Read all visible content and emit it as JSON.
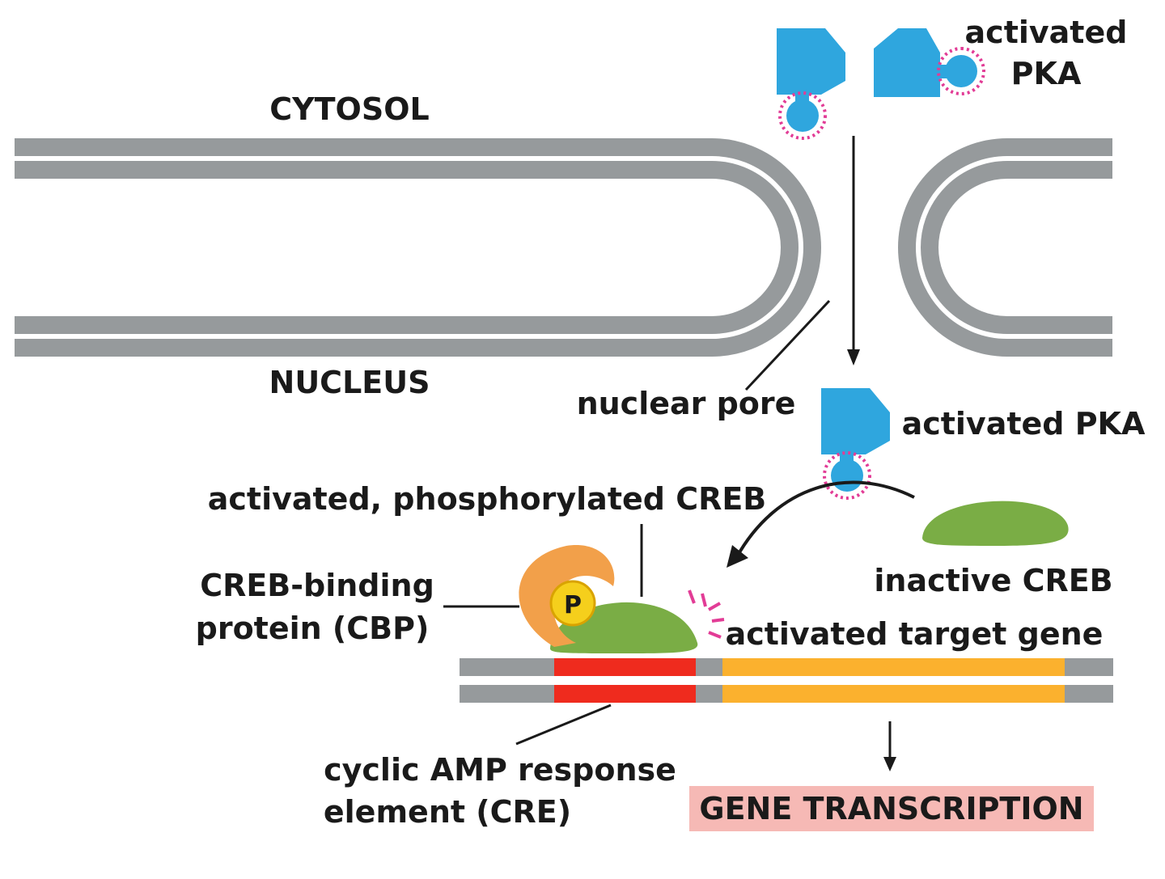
{
  "labels": {
    "cytosol": "CYTOSOL",
    "nucleus": "NUCLEUS",
    "activated_pka_top_line1": "activated",
    "activated_pka_top_line2": "PKA",
    "nuclear_pore": "nuclear pore",
    "activated_pka_lower": "activated PKA",
    "activated_phosphorylated_creb": "activated, phosphorylated CREB",
    "cbp_line1": "CREB-binding",
    "cbp_line2": "protein (CBP)",
    "inactive_creb": "inactive CREB",
    "activated_target_gene": "activated target gene",
    "cre_line1": "cyclic AMP response",
    "cre_line2": "element (CRE)",
    "phosphate": "P",
    "gene_transcription": "GENE TRANSCRIPTION"
  },
  "colors": {
    "membrane": "#969a9c",
    "pka": "#2fa6de",
    "pka_highlight": "#e23c96",
    "creb": "#7aad45",
    "cbp": "#f2a04a",
    "phosphate": "#f5cf1c",
    "cre": "#ef2b1e",
    "target_gene": "#fbb12e",
    "dna": "#969a9c",
    "transcription_box": "#f6b9b5"
  }
}
